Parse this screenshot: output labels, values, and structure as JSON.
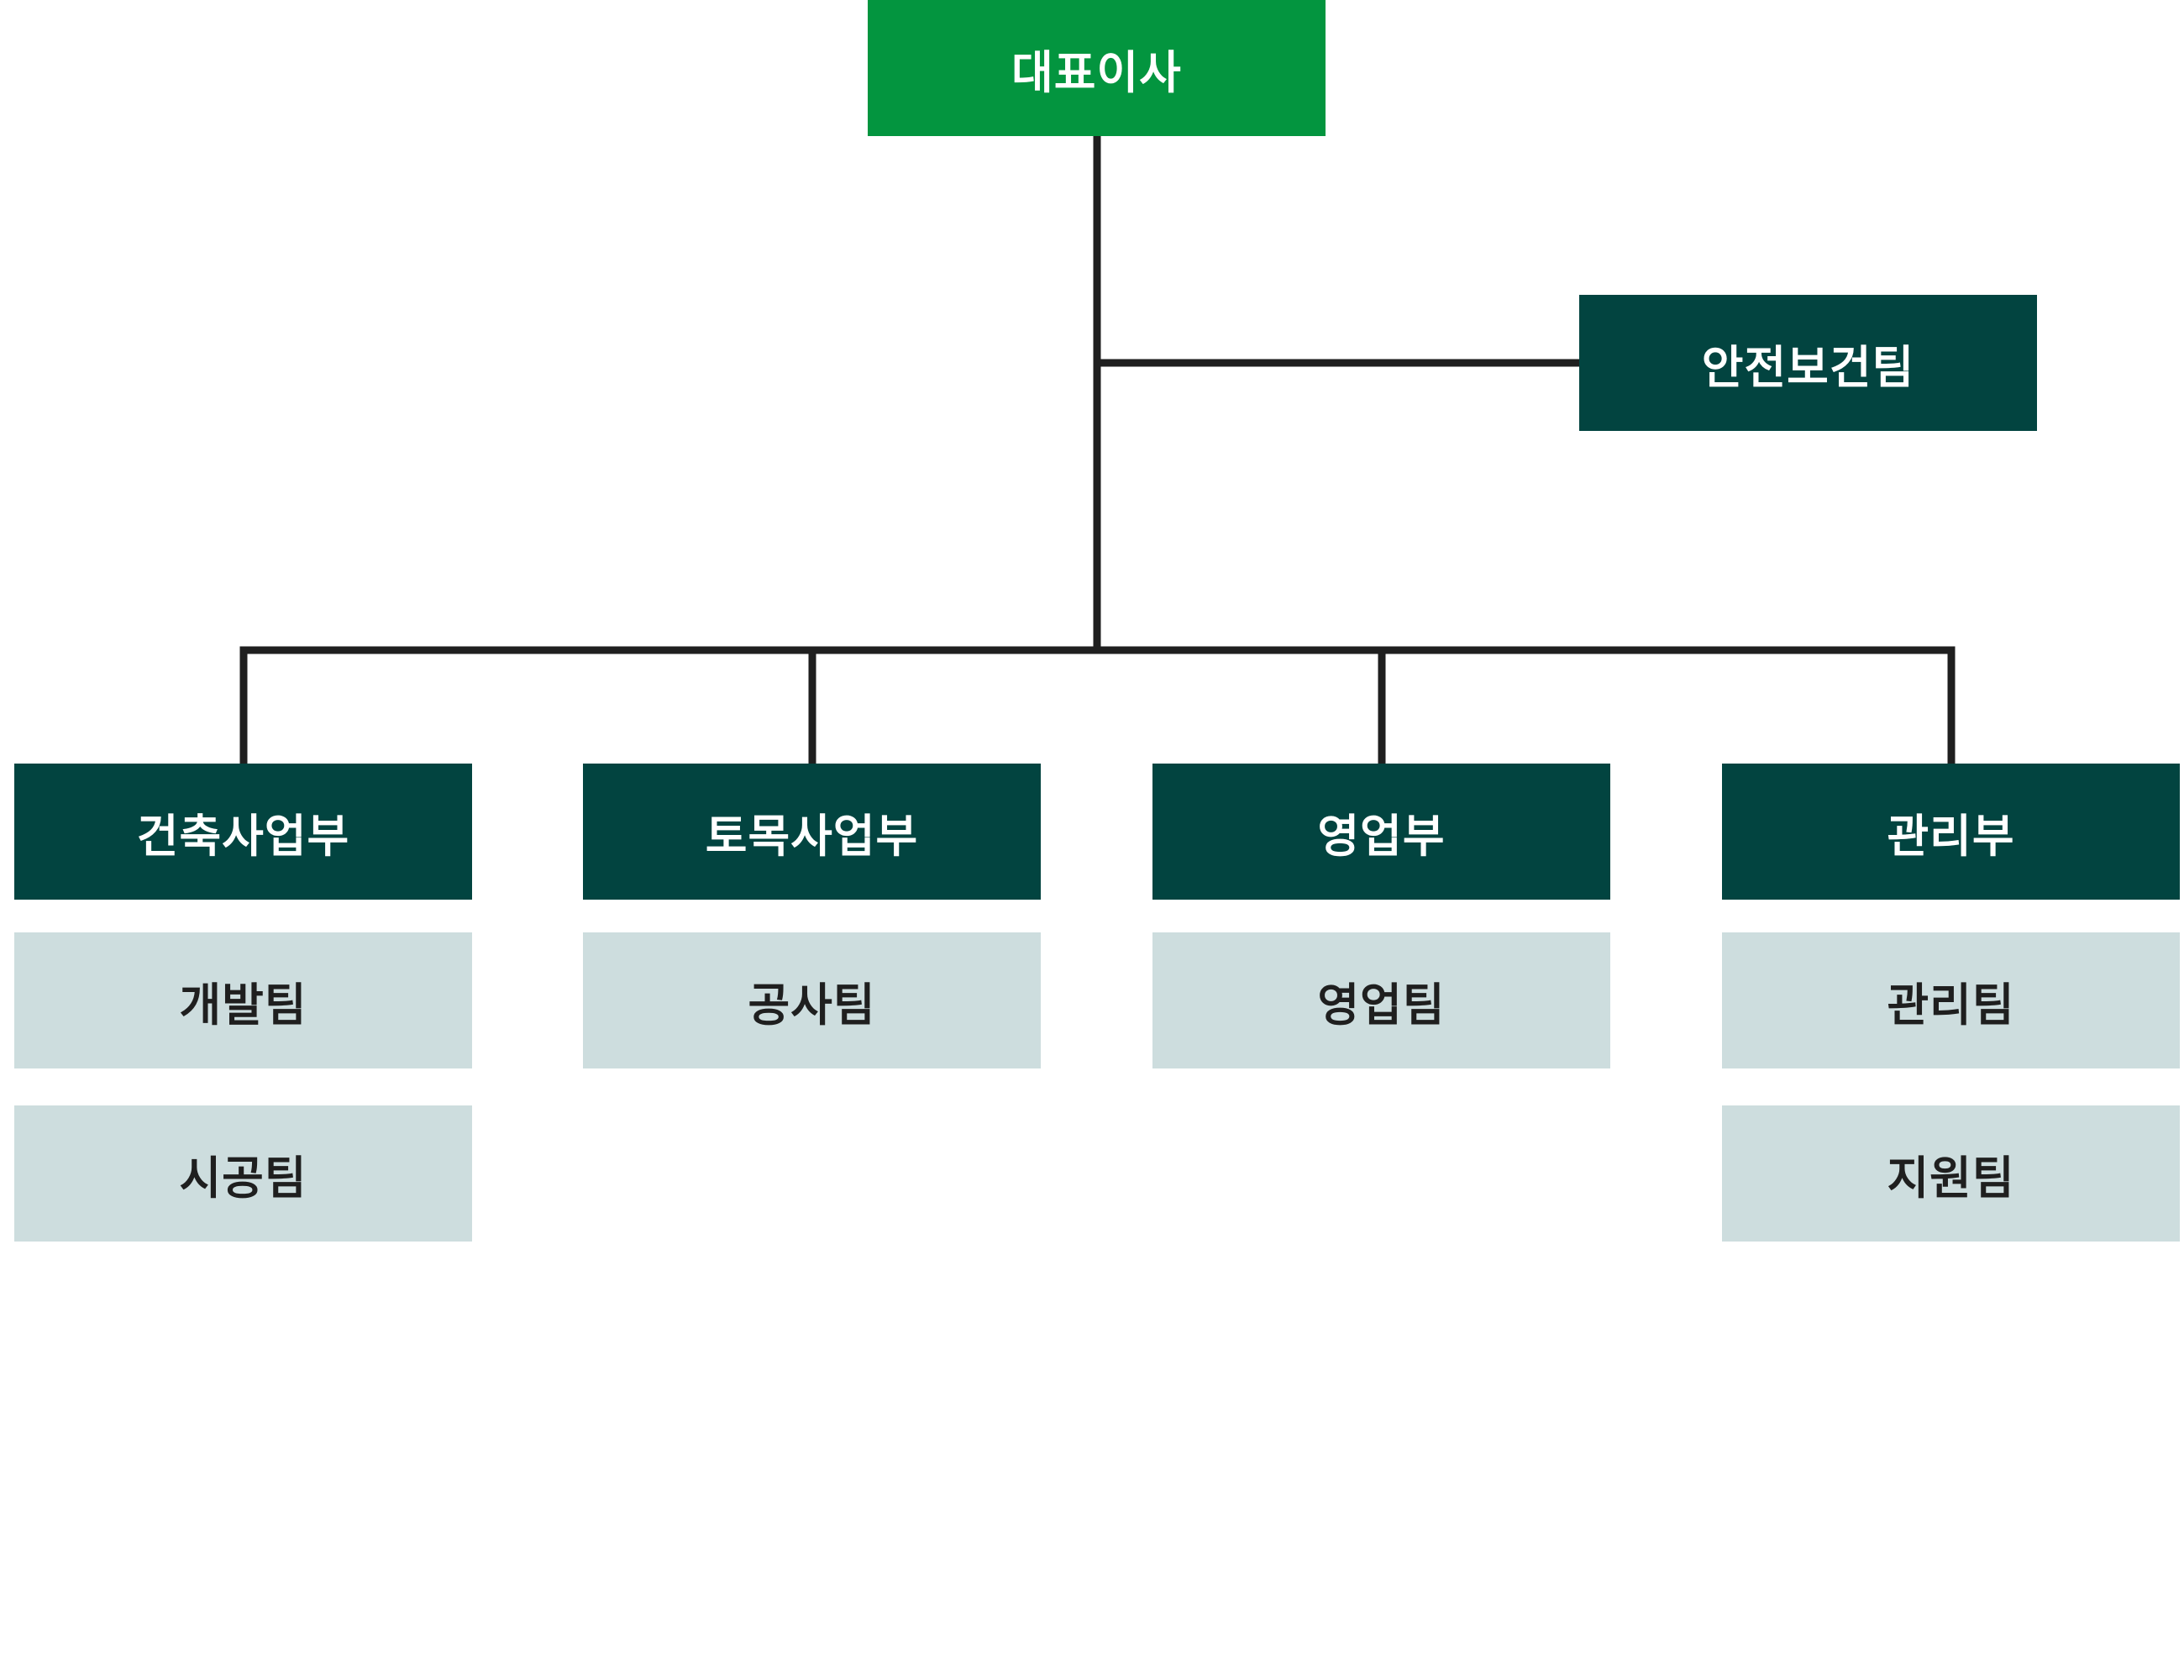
{
  "ceo": {
    "label": "대표이사"
  },
  "safety_team": {
    "label": "안전보건팀"
  },
  "departments": [
    {
      "label": "건축사업부",
      "teams": [
        "개발팀",
        "시공팀"
      ]
    },
    {
      "label": "토목사업부",
      "teams": [
        "공사팀"
      ]
    },
    {
      "label": "영업부",
      "teams": [
        "영업팀"
      ]
    },
    {
      "label": "관리부",
      "teams": [
        "관리팀",
        "지원팀"
      ]
    }
  ],
  "colors": {
    "ceo_box": "#03953f",
    "department_box": "#024440",
    "team_box": "#cdddde",
    "connector": "#1f1f1f",
    "light_text": "#ffffff",
    "dark_text": "#1f1f1f"
  }
}
